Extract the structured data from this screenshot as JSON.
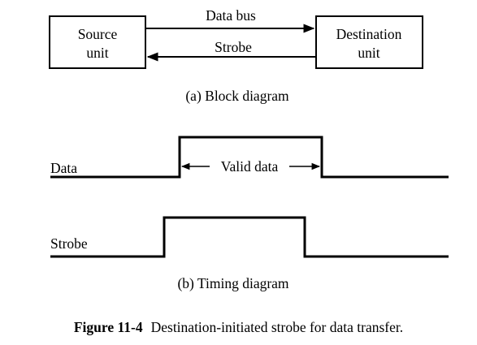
{
  "block_diagram": {
    "source_unit": [
      "Source",
      "unit"
    ],
    "destination_unit": [
      "Destination",
      "unit"
    ],
    "data_bus_label": "Data bus",
    "strobe_label": "Strobe",
    "subcaption": "(a) Block diagram"
  },
  "timing_diagram": {
    "data_label": "Data",
    "strobe_label": "Strobe",
    "valid_data_label": "Valid data",
    "subcaption": "(b) Timing diagram"
  },
  "figure": {
    "number": "Figure 11-4",
    "caption": "Destination-initiated strobe for data transfer."
  }
}
